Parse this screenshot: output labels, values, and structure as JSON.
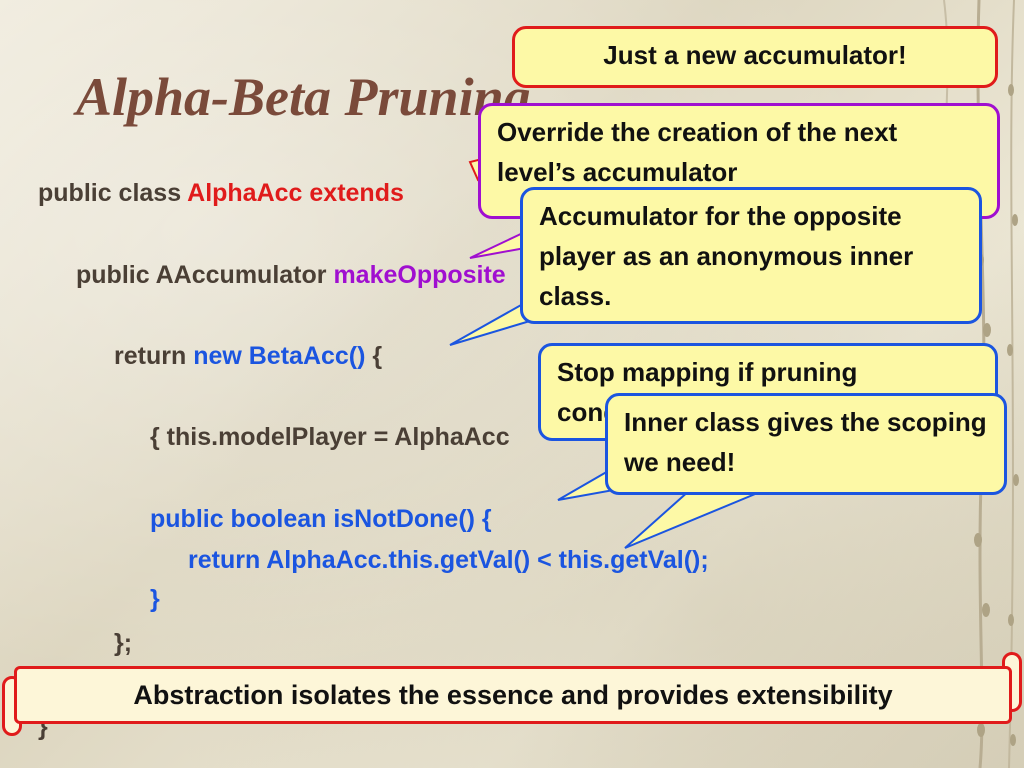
{
  "slide": {
    "title": "Alpha-Beta Pruning",
    "code": {
      "line1_a": "public class ",
      "line1_b": "AlphaAcc",
      "line1_c": " extends",
      "line2_a": "public AAccumulator ",
      "line2_b": "makeOpposite",
      "line3_a": "return ",
      "line3_b": "new BetaAcc()",
      "line3_c": " {",
      "line4": "{ this.modelPlayer = AlphaAcc",
      "line5": "public boolean isNotDone() {",
      "line6": "return AlphaAcc.this.getVal() < this.getVal();",
      "line7": "}",
      "line8": "};",
      "line9": "}",
      "line10": "}"
    },
    "callouts": {
      "accumulator": "Just a new accumulator!",
      "override": "Override the creation of the next level’s accumulator",
      "opposite": "Accumulator for the opposite player as an anonymous inner class.",
      "stop": "Stop mapping if pruning condition is met.",
      "inner": "Inner class gives the scoping we need!"
    },
    "banner": "Abstraction isolates the essence and provides extensibility"
  },
  "colors": {
    "title": "#7a4a3a",
    "highlight_red": "#e01b1b",
    "highlight_purple": "#a00fd0",
    "highlight_blue": "#1b55e0",
    "callout_fill": "#fdf9a6"
  }
}
